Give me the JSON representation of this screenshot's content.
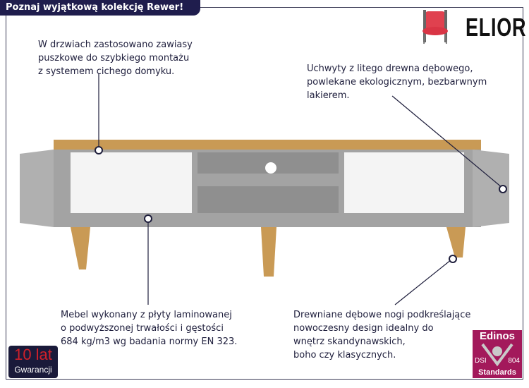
{
  "header": {
    "title": "Poznaj wyjątkową kolekcję Rewer!"
  },
  "brand": {
    "logo_text": "ELIOR",
    "icon": "red-chair-icon"
  },
  "callouts": {
    "hinges": "W drzwiach zastosowano zawiasy\npuszkowe do szybkiego montażu\nz systemem cichego domyku.",
    "handles": "Uchwyty z litego drewna dębowego,\npowlekane ekologicznym, bezbarwnym\nlakierem.",
    "material": "Mebel wykonany z płyty laminowanej\no podwyższonej trwałości i gęstości\n684 kg/m3 wg badania normy EN 323.",
    "legs": "Drewniane dębowe nogi podkreślające\nnowoczesny design idealny do\nwnętrz skandynawskich,\nboho czy klasycznych."
  },
  "warranty": {
    "years": "10 lat",
    "label": "Gwarancji"
  },
  "certification": {
    "name": "Edinos",
    "left": "DSI",
    "right": "804",
    "label": "Standards"
  },
  "colors": {
    "navy": "#1f1d4d",
    "oak": "#c99a55",
    "grey": "#9c9c9c",
    "magenta": "#a3195b"
  }
}
